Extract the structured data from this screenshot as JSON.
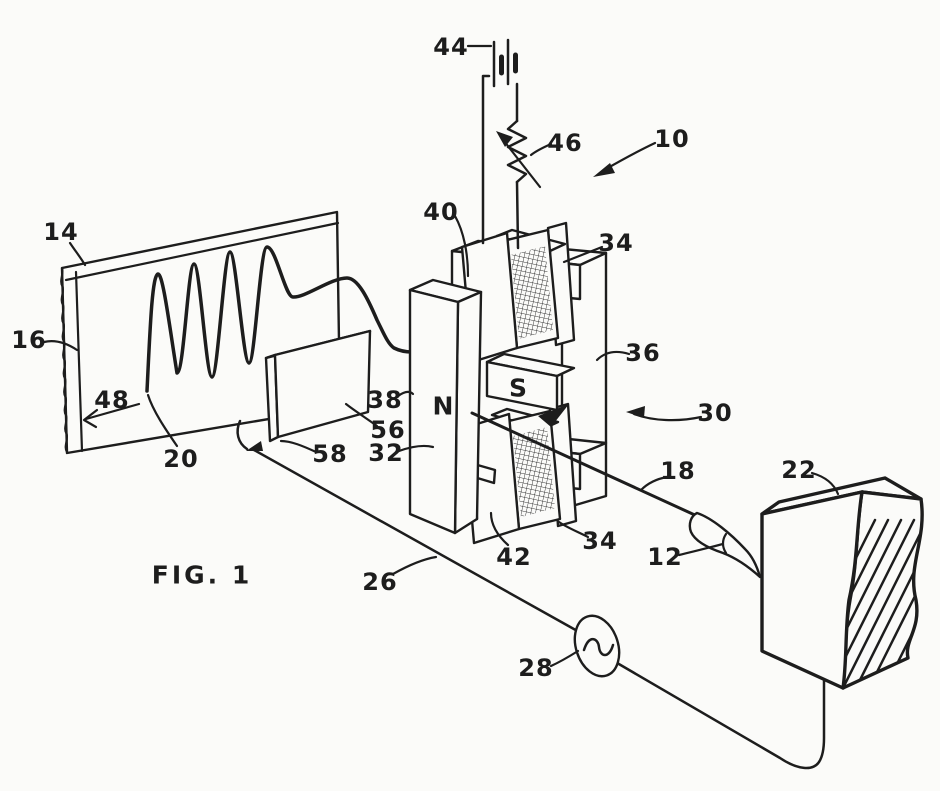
{
  "figure": {
    "caption": "FIG. 1"
  },
  "poles": {
    "north": "N",
    "south": "S"
  },
  "callouts": {
    "c10": "10",
    "c12": "12",
    "c14": "14",
    "c16": "16",
    "c18": "18",
    "c20": "20",
    "c22": "22",
    "c26": "26",
    "c28": "28",
    "c30": "30",
    "c32": "32",
    "c34_top": "34",
    "c34_bottom": "34",
    "c36": "36",
    "c38": "38",
    "c40": "40",
    "c42": "42",
    "c44": "44",
    "c46": "46",
    "c48": "48",
    "c56": "56",
    "c58": "58"
  },
  "colors": {
    "ink": "#1d1d1d",
    "paper": "#fbfbf9"
  }
}
